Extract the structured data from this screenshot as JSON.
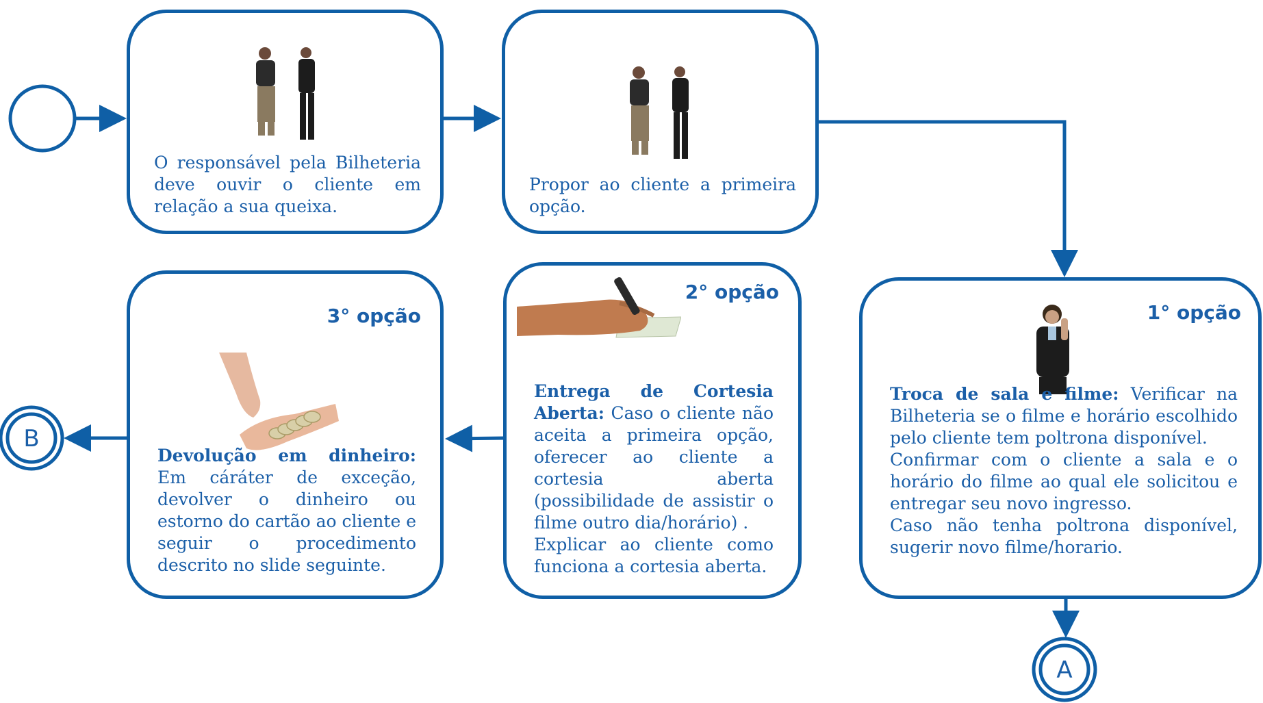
{
  "colors": {
    "accent": "#0f5fa6",
    "text": "#1b5fa8",
    "background": "#ffffff"
  },
  "steps": [
    {
      "id": "listen",
      "illustration": "two-people-talking",
      "text": "O responsável pela Bilheteria deve ouvir o cliente em relação a sua queixa."
    },
    {
      "id": "propose",
      "illustration": "two-people-talking",
      "text": "Propor ao cliente a primeira opção."
    }
  ],
  "options": [
    {
      "id": "option-1",
      "label": "1° opção",
      "illustration": "attendant-on-phone",
      "title": "Troca de sala e filme:",
      "paragraphs": [
        " Verificar na Bilheteria se o filme e horário escolhido pelo cliente tem poltrona disponível.",
        "Confirmar com  o cliente a sala  e o horário do filme ao qual ele solicitou e entregar seu novo ingresso.",
        "Caso não tenha poltrona disponível, sugerir novo filme/horario."
      ]
    },
    {
      "id": "option-2",
      "label": "2° opção",
      "illustration": "hand-writing",
      "title": "Entrega de Cortesia Aberta:",
      "paragraphs": [
        " Caso o cliente não aceita a primeira opção, oferecer ao cliente a cortesia aberta (possibilidade de assistir o filme outro dia/horário) .",
        "Explicar ao cliente como funciona a cortesia aberta."
      ]
    },
    {
      "id": "option-3",
      "label": "3° opção",
      "illustration": "hands-with-coins",
      "title": "Devolução em dinheiro:",
      "paragraphs": [
        " Em cáráter de exceção, devolver o dinheiro ou estorno do cartão ao cliente e seguir o procedimento descrito no slide seguinte."
      ]
    }
  ],
  "connectors": {
    "end_a": "A",
    "end_b": "B"
  }
}
